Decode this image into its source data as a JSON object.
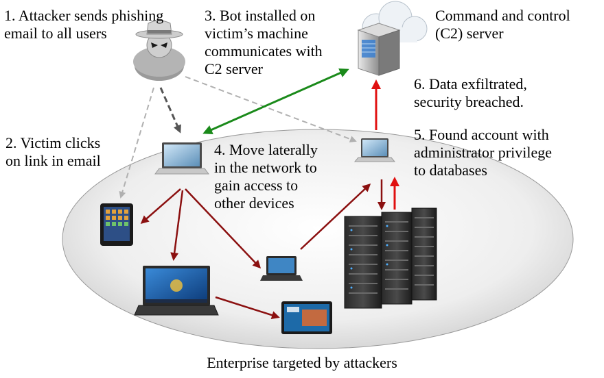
{
  "labels": {
    "step1": "1. Attacker sends phishing\nemail to all users",
    "step2": "2. Victim clicks\non link in email",
    "step3": "3. Bot installed on\nvictim’s machine\ncommunicates with\nC2 server",
    "step4": "4. Move laterally\nin the network to\ngain access to\nother devices",
    "step5": "5. Found account with\nadministrator privilege\nto databases",
    "step6": "6. Data exfiltrated,\nsecurity breached.",
    "c2": "Command and control\n(C2) server"
  },
  "caption": "Enterprise targeted by attackers",
  "colors": {
    "phish_arrow": "#b0b0b0",
    "victim_arrow": "#555555",
    "c2_link": "#1a8a1a",
    "lateral": "#8b1010",
    "exfil": "#e01010",
    "ellipse_fill": "#ebebeb"
  },
  "icons": [
    "attacker-icon",
    "c2-server-icon",
    "cloud-icon",
    "victim-laptop-icon",
    "admin-laptop-icon",
    "tablet-icon",
    "windows-laptop-icon",
    "small-laptop-icon",
    "android-tablet-icon",
    "server-rack-icon"
  ]
}
